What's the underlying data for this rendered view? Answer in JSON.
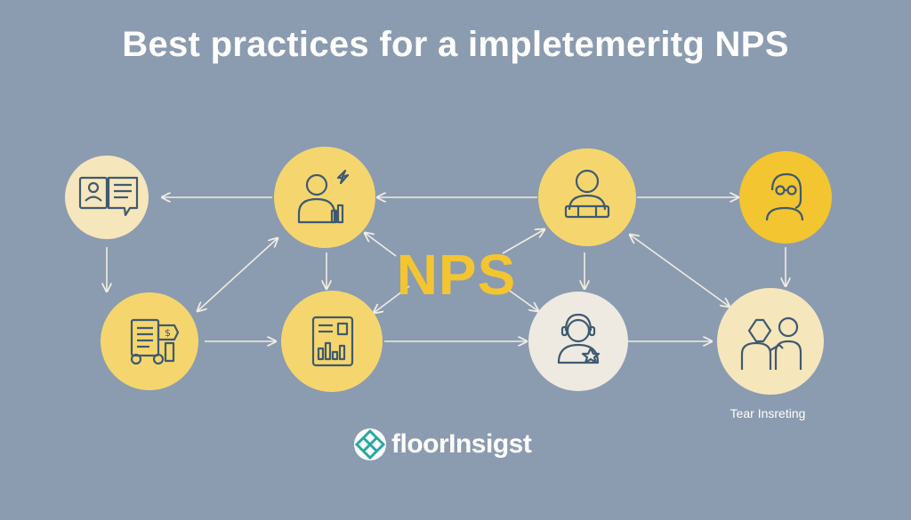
{
  "title": "Best practices for a impletemeritg NPS",
  "center_label": "NPS",
  "node_caption": "Tear Insreting",
  "brand": {
    "name": "floorInsigst",
    "logo_icon": "diamond-logo-icon"
  },
  "colors": {
    "background": "#8b9bb0",
    "node_yellow": "#f5d66e",
    "node_gold": "#f3c530",
    "node_cream": "#f6e6bc",
    "node_light": "#eeeae2",
    "icon_stroke": "#3f5a70",
    "arrow": "#f0ede4",
    "accent": "#f3c530",
    "logo_teal": "#2aa6a4"
  },
  "nodes": [
    {
      "id": "profile-card",
      "icon": "profile-card-icon"
    },
    {
      "id": "person-chart",
      "icon": "person-chart-icon"
    },
    {
      "id": "person-desk",
      "icon": "person-desk-icon"
    },
    {
      "id": "woman-glasses",
      "icon": "woman-glasses-icon"
    },
    {
      "id": "checklist-money",
      "icon": "checklist-money-icon"
    },
    {
      "id": "report-chart",
      "icon": "report-chart-icon"
    },
    {
      "id": "headset-agent",
      "icon": "headset-agent-icon"
    },
    {
      "id": "team-handshake",
      "icon": "team-handshake-icon"
    }
  ]
}
